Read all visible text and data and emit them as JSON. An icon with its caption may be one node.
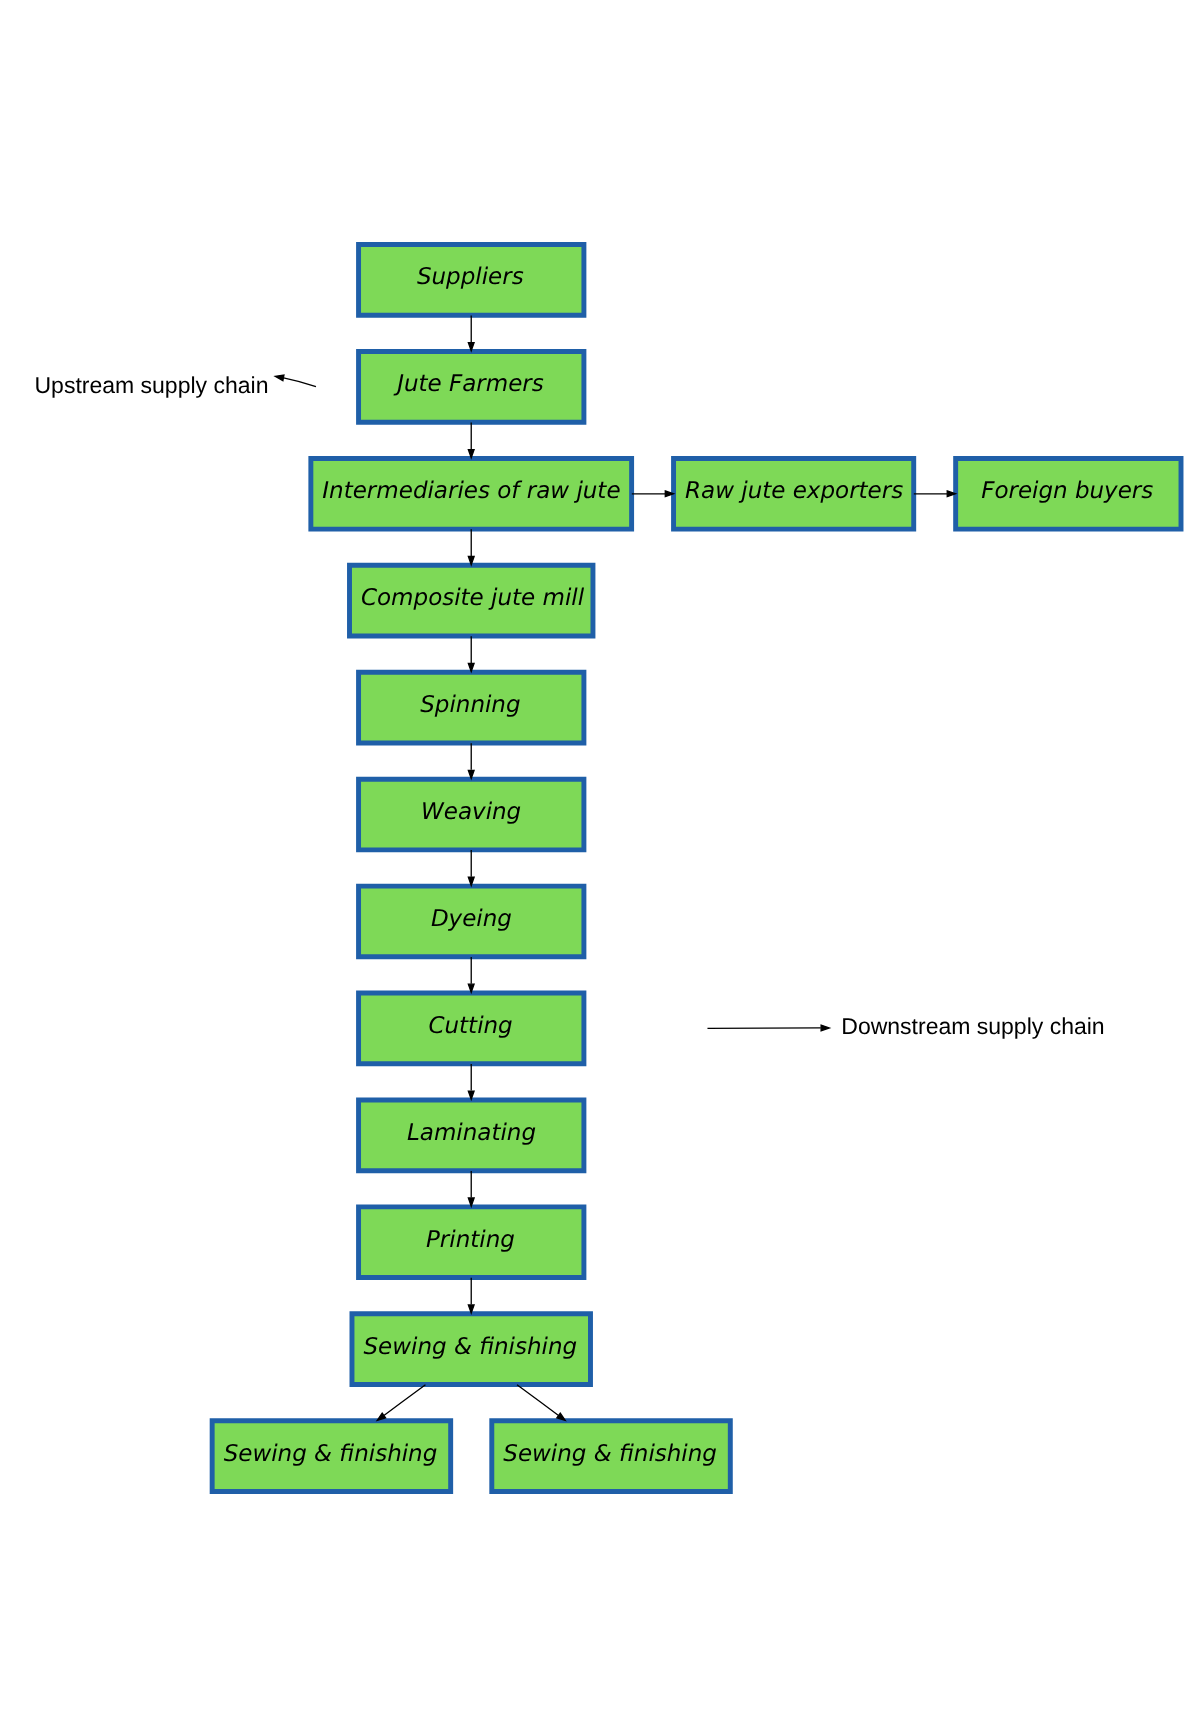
{
  "diagram": {
    "nodes": [
      {
        "text": [
          "Suppliers"
        ]
      },
      {
        "text": [
          "Jute Farmers"
        ]
      },
      {
        "text": [
          "Intermediaries of raw jute"
        ]
      },
      {
        "text": [
          "Raw jute exporters"
        ]
      },
      {
        "text": [
          "Foreign buyers"
        ]
      },
      {
        "text": [
          "Composite jute mill"
        ]
      },
      {
        "text": [
          "Spinning"
        ]
      },
      {
        "text": [
          "Weaving"
        ]
      },
      {
        "text": [
          "Dyeing"
        ]
      },
      {
        "text": [
          "Cutting"
        ]
      },
      {
        "text": [
          "Laminating"
        ]
      },
      {
        "text": [
          "Printing"
        ]
      },
      {
        "text": [
          "Sewing & finishing"
        ]
      },
      {
        "text": [
          "Sewing & finishing"
        ]
      },
      {
        "text": [
          "Sewing & finishing"
        ]
      },
      {
        "text": [
          "Upstream supply chain"
        ]
      },
      {
        "text": [
          "Downstream supply chain"
        ]
      }
    ],
    "edges": [
      {
        "from": 0,
        "to": 1,
        "arrow": "to"
      },
      {
        "from": 1,
        "to": 2,
        "arrow": "to"
      },
      {
        "from": 2,
        "to": 3,
        "arrow": "to"
      },
      {
        "from": 3,
        "to": 4,
        "arrow": "to"
      },
      {
        "from": 2,
        "to": 5,
        "arrow": "to"
      },
      {
        "from": 5,
        "to": 6,
        "arrow": "to"
      },
      {
        "from": 6,
        "to": 7,
        "arrow": "to"
      },
      {
        "from": 7,
        "to": 8,
        "arrow": "to"
      },
      {
        "from": 8,
        "to": 9,
        "arrow": "to"
      },
      {
        "from": 9,
        "to": 10,
        "arrow": "to"
      },
      {
        "from": 10,
        "to": 11,
        "arrow": "to"
      },
      {
        "from": 11,
        "to": 12,
        "arrow": "to"
      },
      {
        "from": 12,
        "to": 13,
        "arrow": "to"
      },
      {
        "from": 12,
        "to": 14,
        "arrow": "to"
      },
      {
        "from": null,
        "to": 15,
        "arrow": "to"
      },
      {
        "from": null,
        "to": 16,
        "arrow": "to"
      }
    ]
  }
}
